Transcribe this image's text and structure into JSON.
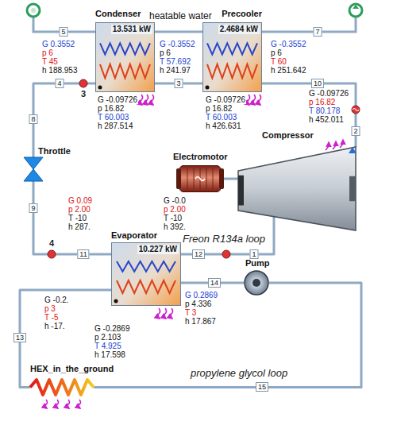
{
  "diagram": {
    "nodes": [
      {
        "text": [
          "Condenser",
          "13.531 kW"
        ]
      },
      {
        "text": [
          "Precooler",
          "2.4684 kW"
        ]
      },
      {
        "text": [
          "Electromotor"
        ]
      },
      {
        "text": [
          "Compressor"
        ]
      },
      {
        "text": [
          "Throttle"
        ]
      },
      {
        "text": [
          "Evaporator",
          "10.227 kW"
        ]
      },
      {
        "text": [
          "Pump"
        ]
      },
      {
        "text": [
          "HEX_in_the_ground"
        ]
      }
    ],
    "edges": [
      {
        "from": 3,
        "to": 1,
        "arrow": "none"
      },
      {
        "from": 1,
        "to": 0,
        "arrow": "none"
      },
      {
        "from": 0,
        "to": 4,
        "arrow": "none"
      },
      {
        "from": 4,
        "to": 5,
        "arrow": "none"
      },
      {
        "from": 5,
        "to": 3,
        "arrow": "none"
      },
      {
        "from": 2,
        "to": 3,
        "arrow": "none"
      },
      {
        "from": 0,
        "to": 1,
        "arrow": "none"
      },
      {
        "from": 5,
        "to": 6,
        "arrow": "none"
      },
      {
        "from": 6,
        "to": 7,
        "arrow": "none"
      },
      {
        "from": 7,
        "to": 5,
        "arrow": "none"
      }
    ],
    "labels": [
      "heatable water",
      "G 0.3552",
      "p 6",
      "T 45",
      "h 188.953",
      "G -0.3552",
      "p 6",
      "T 57.692",
      "h 241.97",
      "G -0.3552",
      "p 6",
      "T 60",
      "h 251.642",
      "G -0.09726",
      "p 16.82",
      "T 60.003",
      "h 287.514",
      "G -0.09726",
      "p 16.82",
      "T 60.003",
      "h 426.631",
      "G -0.09726",
      "p 16.82",
      "T 80.178",
      "h 452.011",
      "G 0.09",
      "p 2.00",
      "T -10",
      "h 287.",
      "G -0.0",
      "p 2.00",
      "T -10",
      "h 392.",
      "G -0.2.",
      "p 3",
      "T -5",
      "h -17.",
      "G 0.2869",
      "p 4.336",
      "T 3",
      "h 17.867",
      "G -0.2869",
      "p 2.103",
      "T 4.925",
      "h 17.598",
      "3",
      "4",
      "Freon R134a loop",
      "propylene glycol loop",
      "5",
      "4",
      "3",
      "7",
      "10",
      "2",
      "8",
      "9",
      "11",
      "12",
      "1",
      "13",
      "14",
      "15"
    ]
  }
}
